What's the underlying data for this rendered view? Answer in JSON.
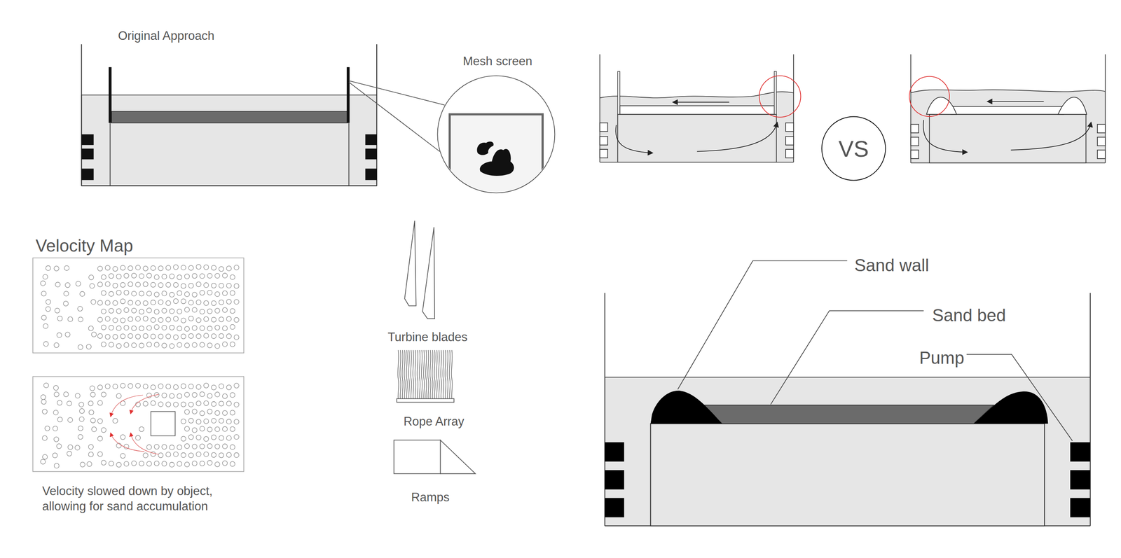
{
  "diagram": {
    "nodes": [
      {
        "text": [
          "VS"
        ]
      }
    ],
    "labels": [
      "Original Approach",
      "Mesh screen",
      "Velocity Map",
      "Turbine blades",
      "Rope Array",
      "Ramps",
      "Velocity slowed down by object, allowing for sand accumulation",
      "Sand wall",
      "Sand bed",
      "Pump"
    ]
  }
}
